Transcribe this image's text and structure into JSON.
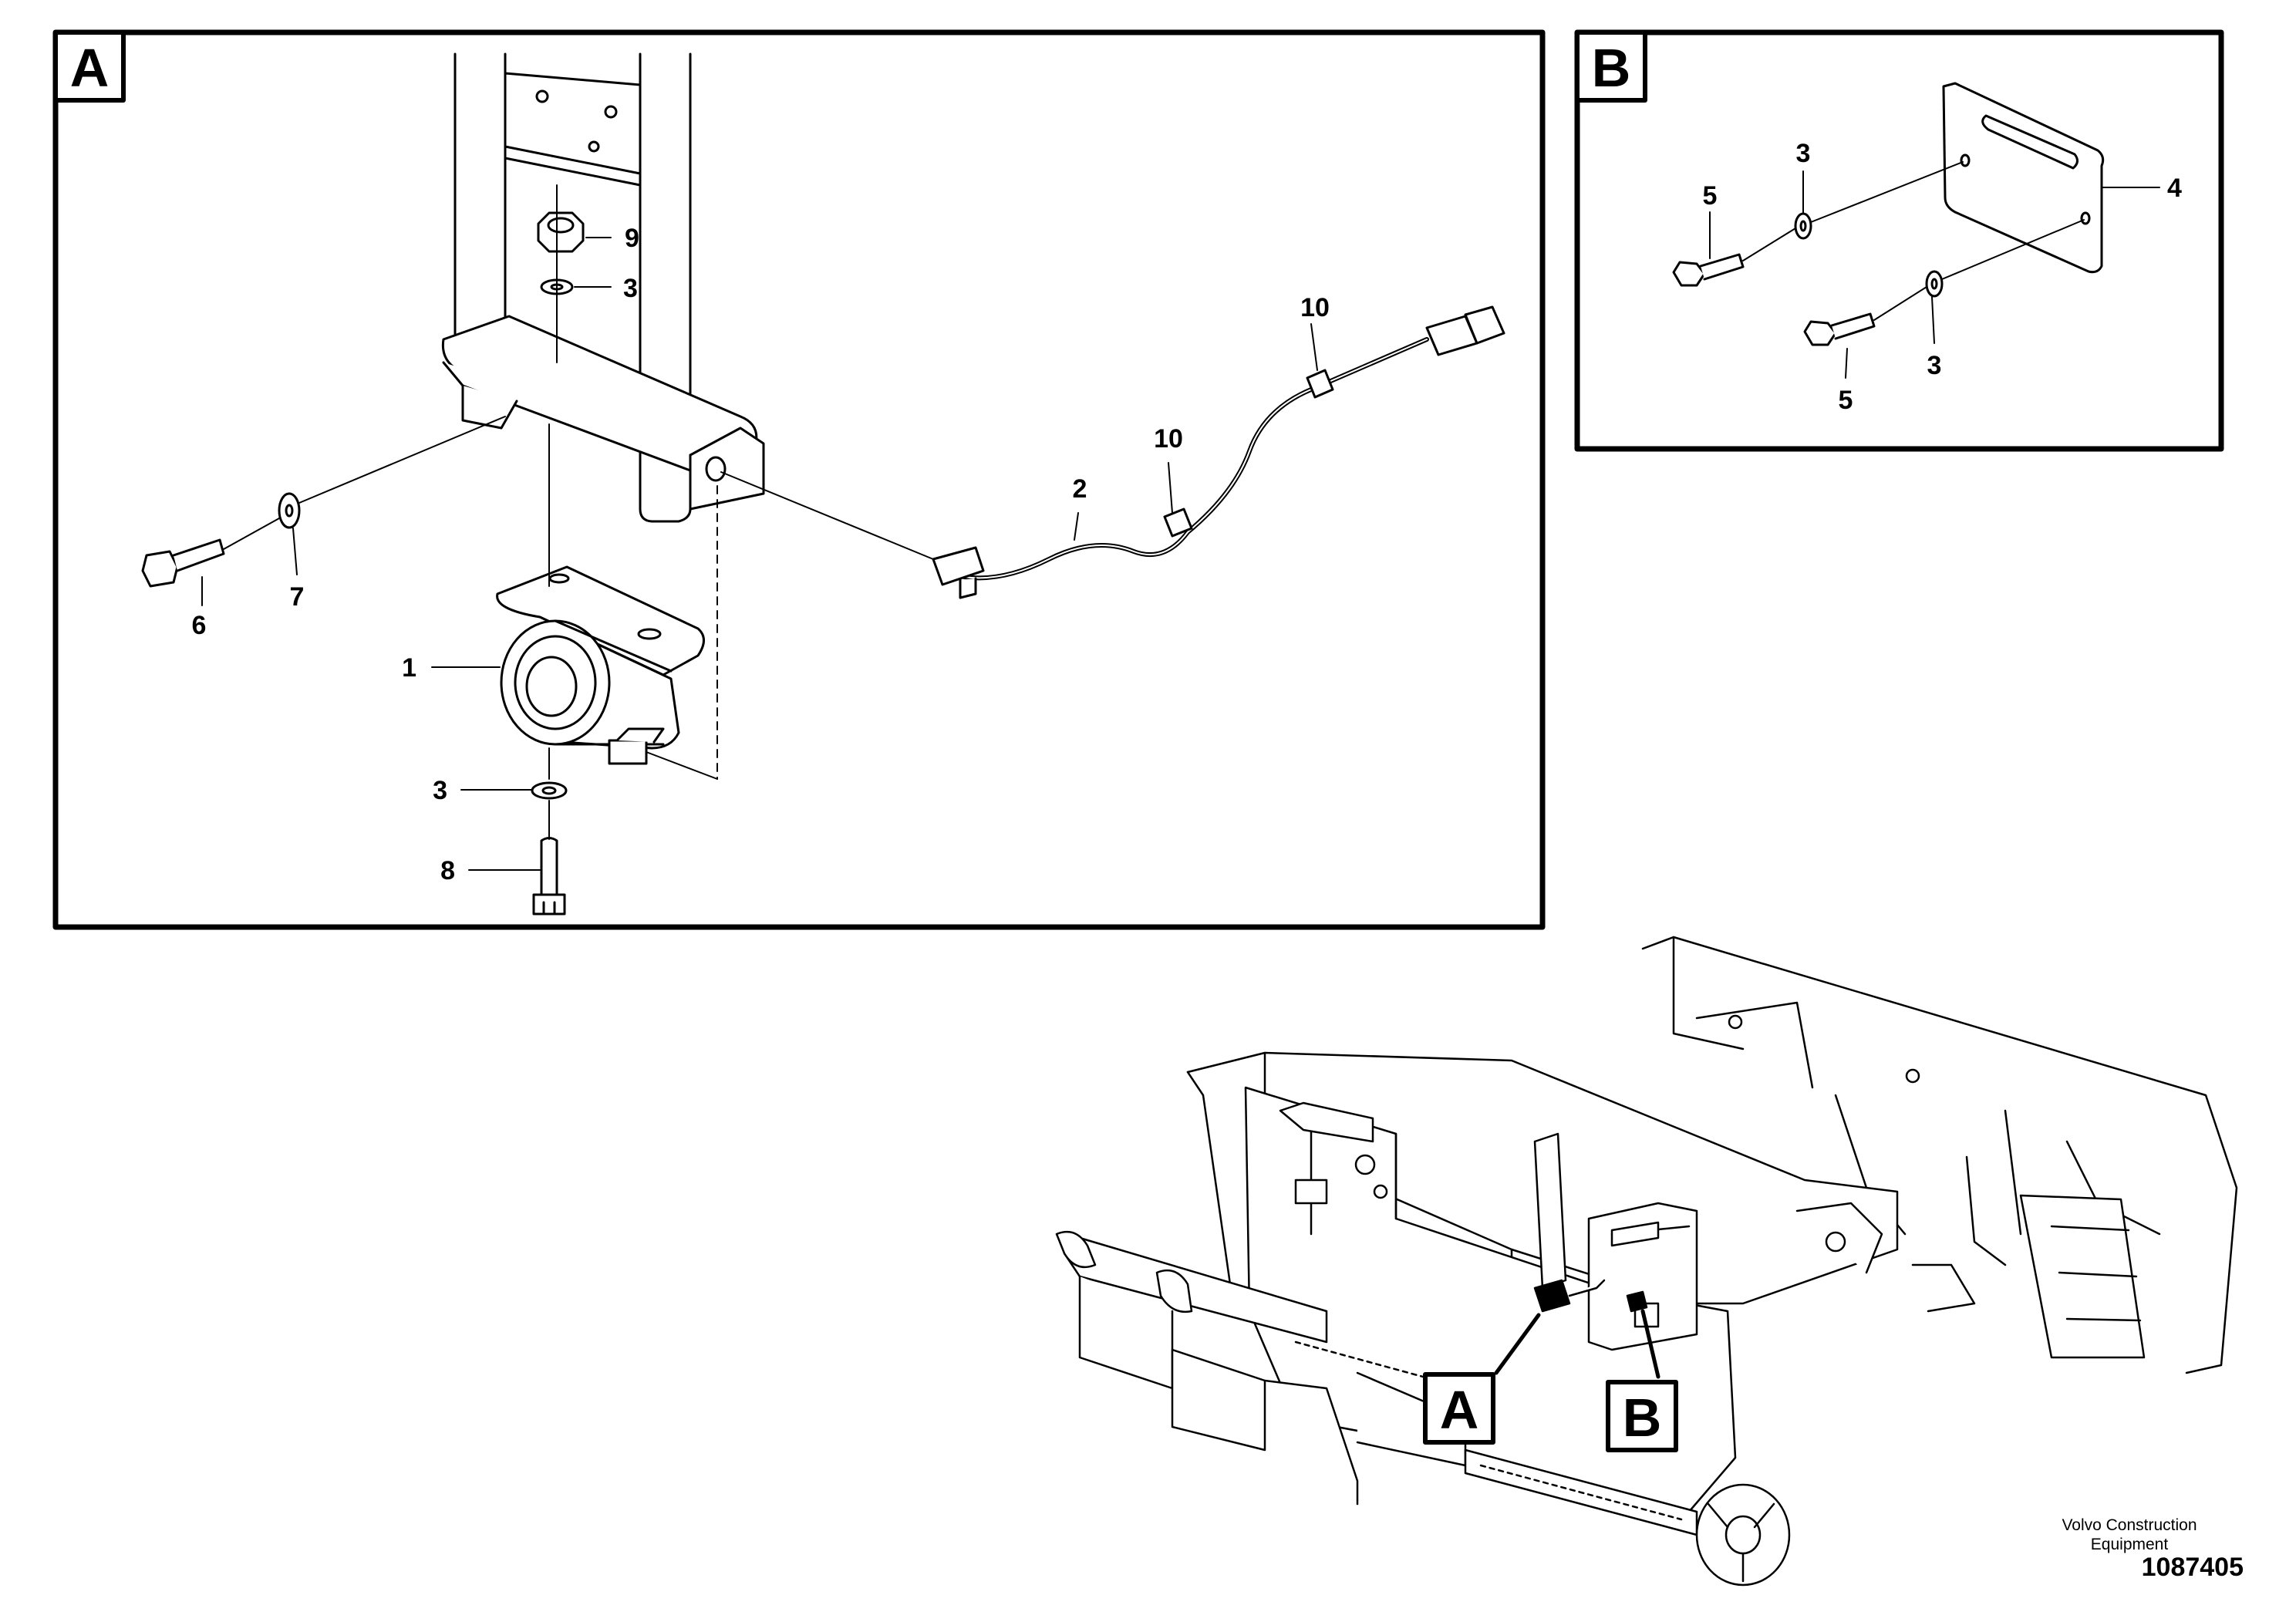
{
  "panels": {
    "a": {
      "tag": "A"
    },
    "b": {
      "tag": "B"
    }
  },
  "overview_tags": {
    "a": "A",
    "b": "B"
  },
  "callouts_a": {
    "c1": "1",
    "c2": "2",
    "c3_top": "3",
    "c3_bottom": "3",
    "c6": "6",
    "c7": "7",
    "c8": "8",
    "c9": "9",
    "c10_upper": "10",
    "c10_lower": "10"
  },
  "callouts_b": {
    "c3_top": "3",
    "c3_bottom": "3",
    "c4": "4",
    "c5_top": "5",
    "c5_bottom": "5"
  },
  "footer": {
    "company_line1": "Volvo Construction",
    "company_line2": "Equipment",
    "doc_number": "1087405"
  }
}
